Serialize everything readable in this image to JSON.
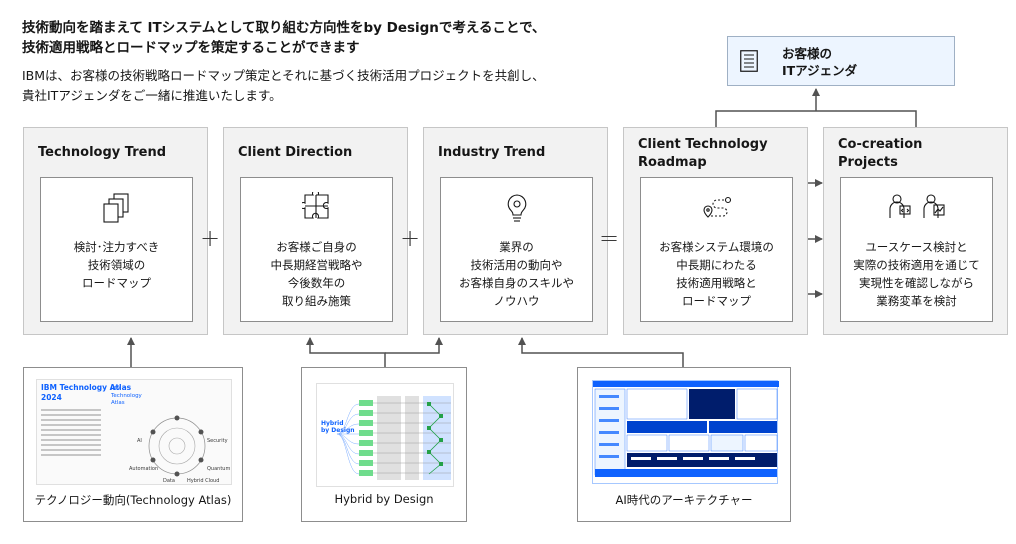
{
  "header": {
    "title_line1": "技術動向を踏まえて ITシステムとして取り組む方向性をby Designで考えることで、",
    "title_line2": "技術適用戦略とロードマップを策定することができます",
    "subtitle_line1": "IBMは、お客様の技術戦略ロードマップ策定とそれに基づく技術活用プロジェクトを共創し、",
    "subtitle_line2": "貴社ITアジェンダをご一緒に推進いたします。"
  },
  "agenda": {
    "icon": "checklist-icon",
    "line1": "お客様の",
    "line2": "ITアジェンダ"
  },
  "panels": [
    {
      "title_line1": "Technology Trend",
      "title_line2": "",
      "icon": "documents-icon",
      "body": [
        "検討･注力すべき",
        "技術領域の",
        "ロードマップ"
      ]
    },
    {
      "title_line1": "Client Direction",
      "title_line2": "",
      "icon": "puzzle-icon",
      "body": [
        "お客様ご自身の",
        "中長期経営戦略や",
        "今後数年の",
        "取り組み施策"
      ]
    },
    {
      "title_line1": "Industry Trend",
      "title_line2": "",
      "icon": "lightbulb-icon",
      "body": [
        "業界の",
        "技術活用の動向や",
        "お客様自身のスキルや",
        "ノウハウ"
      ]
    },
    {
      "title_line1": "Client Technology",
      "title_line2": "Roadmap",
      "icon": "route-icon",
      "body": [
        "お客様システム環境の",
        "中長期にわたる",
        "技術適用戦略と",
        "ロードマップ"
      ]
    },
    {
      "title_line1": "Co-creation",
      "title_line2": "Projects",
      "icon": "collaboration-icon",
      "body": [
        "ユースケース検討と",
        "実際の技術適用を通じて",
        "実現性を確認しながら",
        "業務変革を検討"
      ]
    }
  ],
  "operators": [
    "+",
    "+",
    "="
  ],
  "references": [
    {
      "caption": "テクノロジー動向(Technology Atlas)",
      "thumb_title": "IBM Technology Atlas",
      "thumb_year": "2024",
      "thumb_brand_line1": "IBM",
      "thumb_brand_line2": "Technology",
      "thumb_brand_line3": "Atlas",
      "thumb_labels": [
        "AI",
        "Security",
        "Automation",
        "Quantum",
        "Data",
        "Hybrid Cloud"
      ]
    },
    {
      "caption": "Hybrid by Design",
      "thumb_title_line1": "Hybrid",
      "thumb_title_line2": "by Design"
    },
    {
      "caption": "AI時代のアーキテクチャー"
    }
  ]
}
